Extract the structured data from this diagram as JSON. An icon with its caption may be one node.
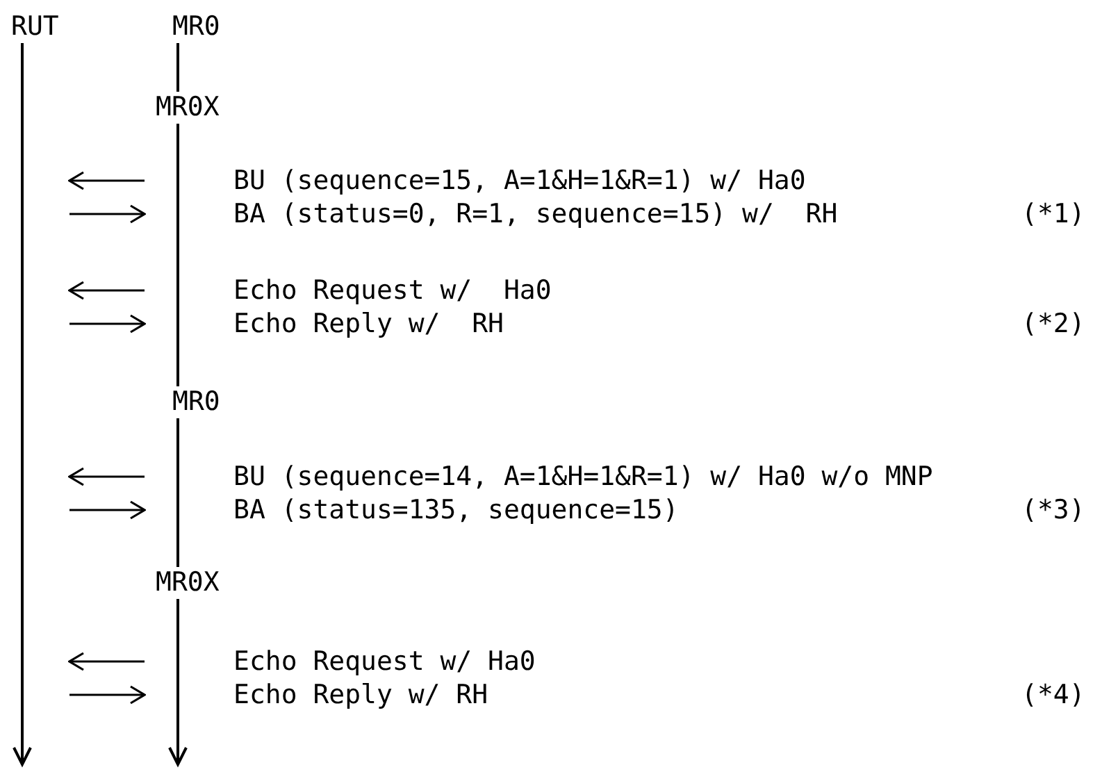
{
  "diagram": {
    "nodes": [
      {
        "text": [
          "RUT"
        ]
      },
      {
        "text": [
          "MR0"
        ]
      },
      {
        "text": [
          "MR0X"
        ]
      },
      {
        "text": [
          "MR0"
        ]
      },
      {
        "text": [
          "MR0X"
        ]
      }
    ],
    "edges": [
      {
        "from": 2,
        "to": 0,
        "arrow": "to",
        "label": "BU (sequence=15, A=1&H=1&R=1) w/ Ha0"
      },
      {
        "from": 0,
        "to": 2,
        "arrow": "to",
        "label": "BA (status=0, R=1, sequence=15) w/  RH"
      },
      {
        "from": 2,
        "to": 0,
        "arrow": "to",
        "label": "Echo Request w/  Ha0"
      },
      {
        "from": 0,
        "to": 2,
        "arrow": "to",
        "label": "Echo Reply w/  RH"
      },
      {
        "from": 3,
        "to": 0,
        "arrow": "to",
        "label": "BU (sequence=14, A=1&H=1&R=1) w/ Ha0 w/o MNP"
      },
      {
        "from": 0,
        "to": 3,
        "arrow": "to",
        "label": "BA (status=135, sequence=15)"
      },
      {
        "from": 4,
        "to": 0,
        "arrow": "to",
        "label": "Echo Request w/ Ha0"
      },
      {
        "from": 0,
        "to": 4,
        "arrow": "to",
        "label": "Echo Reply w/ RH"
      }
    ],
    "labels": [
      "(*1)",
      "(*2)",
      "(*3)",
      "(*4)"
    ]
  }
}
